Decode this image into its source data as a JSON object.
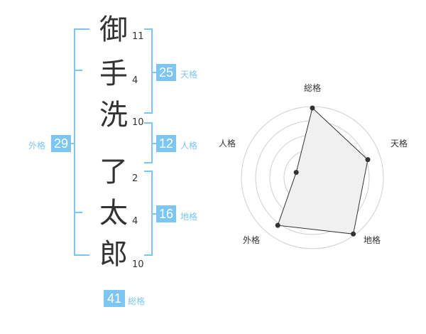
{
  "name": {
    "chars": [
      {
        "char": "御",
        "strokes": "11"
      },
      {
        "char": "手",
        "strokes": "4"
      },
      {
        "char": "洗",
        "strokes": "10"
      },
      {
        "char": "了",
        "strokes": "2"
      },
      {
        "char": "太",
        "strokes": "4"
      },
      {
        "char": "郎",
        "strokes": "10"
      }
    ]
  },
  "kaku": {
    "tenkaku": {
      "value": "25",
      "label": "天格"
    },
    "jinkaku": {
      "value": "12",
      "label": "人格"
    },
    "chikaku": {
      "value": "16",
      "label": "地格"
    },
    "gaikaku": {
      "value": "29",
      "label": "外格"
    },
    "soukaku": {
      "value": "41",
      "label": "総格"
    }
  },
  "colors": {
    "accent": "#7cc6f3",
    "text": "#333333",
    "ring": "#d0d0d0",
    "polygon_fill": "#f0f0f0"
  },
  "chart_data": {
    "type": "radar",
    "categories": [
      "総格",
      "天格",
      "地格",
      "外格",
      "人格"
    ],
    "values": [
      0.98,
      0.82,
      0.98,
      0.83,
      0.24
    ],
    "scale": "0-1 fraction of outer ring"
  }
}
